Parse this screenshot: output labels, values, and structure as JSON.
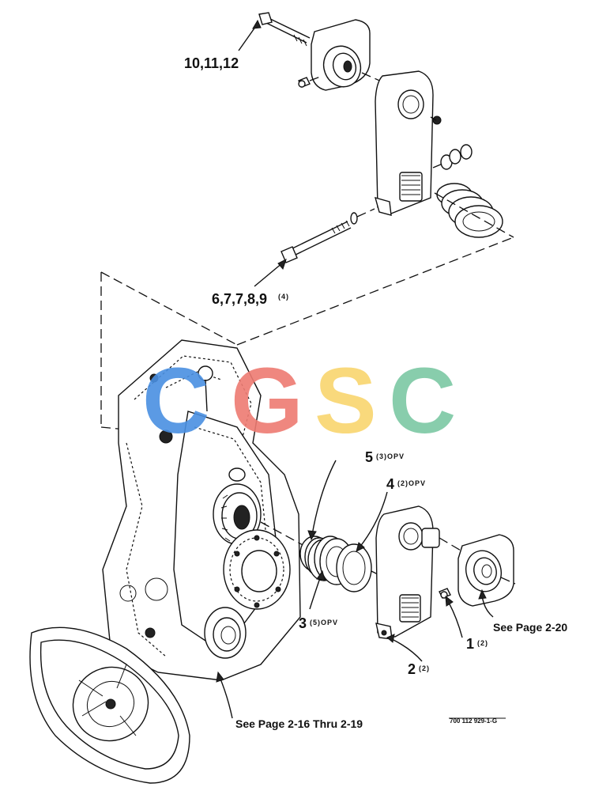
{
  "callouts": {
    "c10": "10,11,12",
    "c6": "6,7,7,8,9",
    "c6_qty": "(4)",
    "c5": "5",
    "c5_qty": "(3)OPV",
    "c4": "4",
    "c4_qty": "(2)OPV",
    "c3": "3",
    "c3_qty": "(5)OPV",
    "c1": "1",
    "c1_qty": "(2)",
    "c2": "2",
    "c2_qty": "(2)"
  },
  "references": {
    "see_220": "See Page 2-20",
    "see_216": "See Page 2-16 Thru 2-19"
  },
  "drawing_number": "700 112 929-1-G",
  "watermark": {
    "letters": [
      "C",
      "G",
      "S",
      "C"
    ],
    "colors": [
      "#4a90e2",
      "#ee7b72",
      "#f9d56e",
      "#7cc8a4"
    ]
  }
}
